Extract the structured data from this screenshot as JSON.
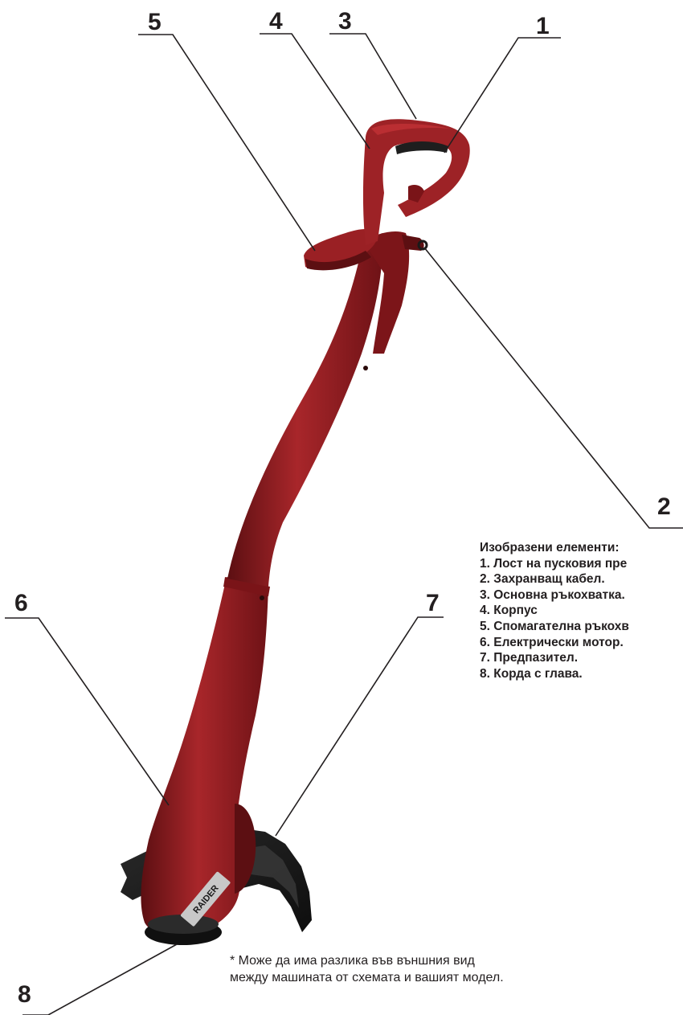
{
  "callouts": [
    "1",
    "2",
    "3",
    "4",
    "5",
    "6",
    "7",
    "8"
  ],
  "legend": {
    "title": "Изобразени елементи:",
    "items": [
      "1. Лост на пусковия пре",
      "2. Захранващ кабел.",
      "3. Основна ръкохватка.",
      "4. Корпус",
      "5. Спомагателна ръкохв",
      "6. Електрически мотор.",
      "7. Предпазител.",
      "8. Корда с глава."
    ]
  },
  "brand_label": "RAIDER",
  "note": {
    "line1": "* Може да има разлика във външния вид",
    "line2": "между машината от схемата и вашият модел."
  },
  "colors": {
    "body_red": "#8e1a1f",
    "highlight_red": "#b52a2c",
    "shadow_red": "#5c0f12",
    "black_plastic": "#1c1c1c",
    "line": "#231f20"
  }
}
